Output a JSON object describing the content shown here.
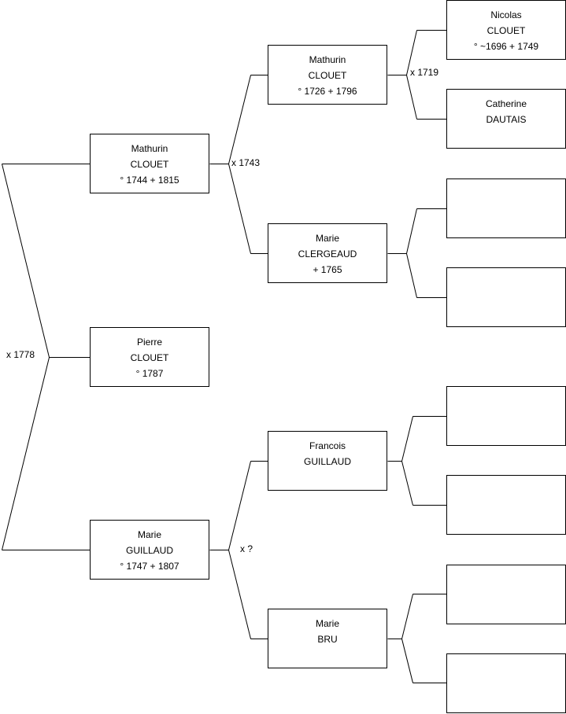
{
  "persons": [
    {
      "id": "p0",
      "lines": [
        "Pierre",
        "CLOUET",
        "° 1787"
      ]
    },
    {
      "id": "p1",
      "lines": [
        "Mathurin",
        "CLOUET",
        "° 1744 + 1815"
      ]
    },
    {
      "id": "p2",
      "lines": [
        "Marie",
        "GUILLAUD",
        "° 1747 + 1807"
      ]
    },
    {
      "id": "p3",
      "lines": [
        "Mathurin",
        "CLOUET",
        "° 1726 + 1796"
      ]
    },
    {
      "id": "p4",
      "lines": [
        "Marie",
        "CLERGEAUD",
        "+ 1765"
      ]
    },
    {
      "id": "p5",
      "lines": [
        "Francois",
        "GUILLAUD"
      ]
    },
    {
      "id": "p6",
      "lines": [
        "Marie",
        "BRU"
      ]
    },
    {
      "id": "p7",
      "lines": [
        "Nicolas",
        "CLOUET",
        "° ~1696 + 1749"
      ]
    },
    {
      "id": "p8",
      "lines": [
        "Catherine",
        "DAUTAIS"
      ]
    },
    {
      "id": "p9",
      "lines": []
    },
    {
      "id": "p10",
      "lines": []
    },
    {
      "id": "p11",
      "lines": []
    },
    {
      "id": "p12",
      "lines": []
    },
    {
      "id": "p13",
      "lines": []
    },
    {
      "id": "p14",
      "lines": []
    }
  ],
  "marriages": [
    {
      "id": "m0",
      "label": "x 1778"
    },
    {
      "id": "m1",
      "label": "x 1743"
    },
    {
      "id": "m2",
      "label": "x ?"
    },
    {
      "id": "m3",
      "label": "x 1719"
    },
    {
      "id": "m4",
      "label": ""
    },
    {
      "id": "m5",
      "label": ""
    },
    {
      "id": "m6",
      "label": ""
    }
  ]
}
